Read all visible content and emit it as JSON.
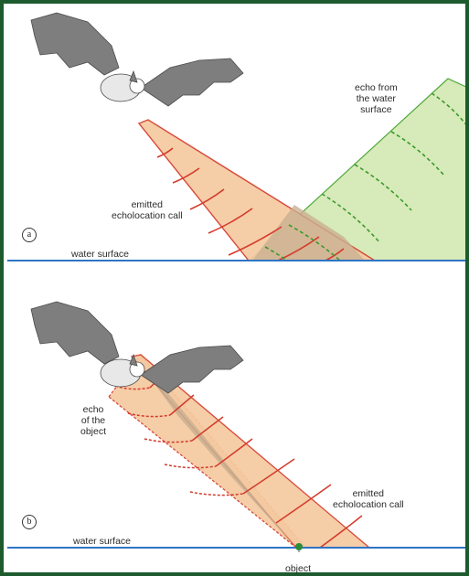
{
  "panels": [
    {
      "letter": "a",
      "labels": {
        "echo": "echo from\nthe water\nsurface",
        "emitted": "emitted\necholocation call",
        "water": "water surface"
      }
    },
    {
      "letter": "b",
      "labels": {
        "echo": "echo\nof the\nobject",
        "emitted": "emitted\necholocation call",
        "water": "water surface",
        "object": "object"
      }
    }
  ],
  "colors": {
    "frame": "#1d5a2e",
    "call_fill": "#f5c9a0",
    "call_edge": "#d43a2a",
    "echo_fill": "#d7eab9",
    "echo_edge": "#4ea83a",
    "overlap_fill": "#c9b092",
    "water_line": "#2f74c4",
    "bat": "#7e7e7e",
    "object_marker": "#2e8b3a"
  },
  "icons": {
    "bat": "bat-illustration"
  }
}
